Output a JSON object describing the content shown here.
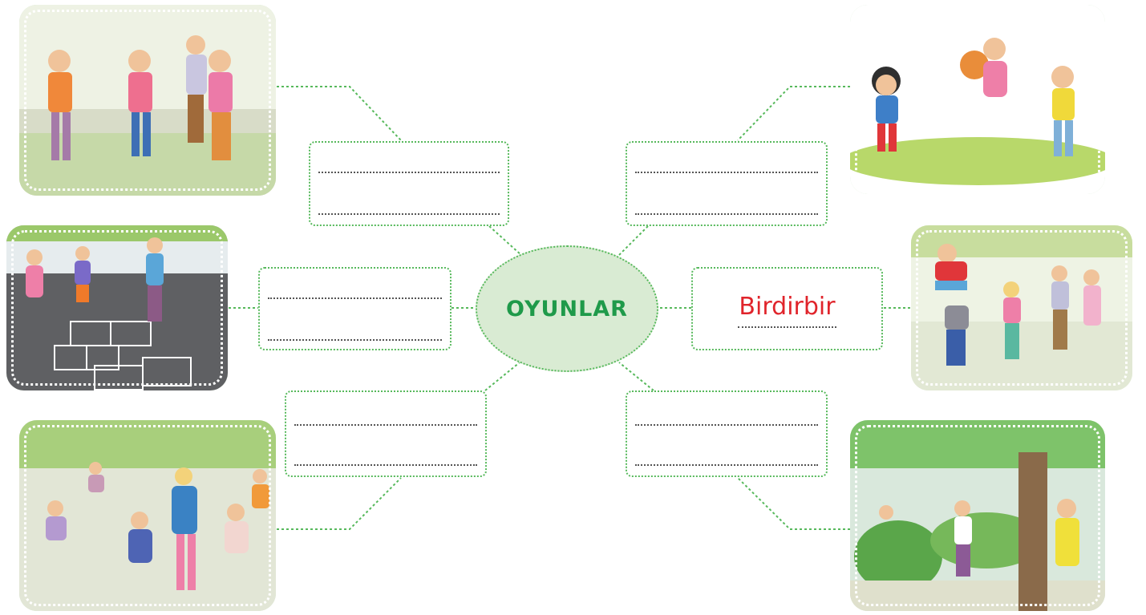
{
  "center": {
    "title": "OYUNLAR"
  },
  "boxes": {
    "right_middle_answer": "Birdirbir"
  },
  "colors": {
    "accent_green": "#57b95c",
    "title_green": "#1f9a4a",
    "answer_red": "#e0242b",
    "oval_fill": "#d9ebd3",
    "frame_fill": "#d7ead0"
  },
  "images": [
    {
      "id": "top-left",
      "scene": "blindfold-game-illustration"
    },
    {
      "id": "middle-left",
      "scene": "hopscotch-illustration"
    },
    {
      "id": "bottom-left",
      "scene": "circle-game-illustration"
    },
    {
      "id": "top-right",
      "scene": "ball-game-illustration"
    },
    {
      "id": "middle-right",
      "scene": "leapfrog-illustration"
    },
    {
      "id": "bottom-right",
      "scene": "hide-and-seek-illustration"
    }
  ]
}
